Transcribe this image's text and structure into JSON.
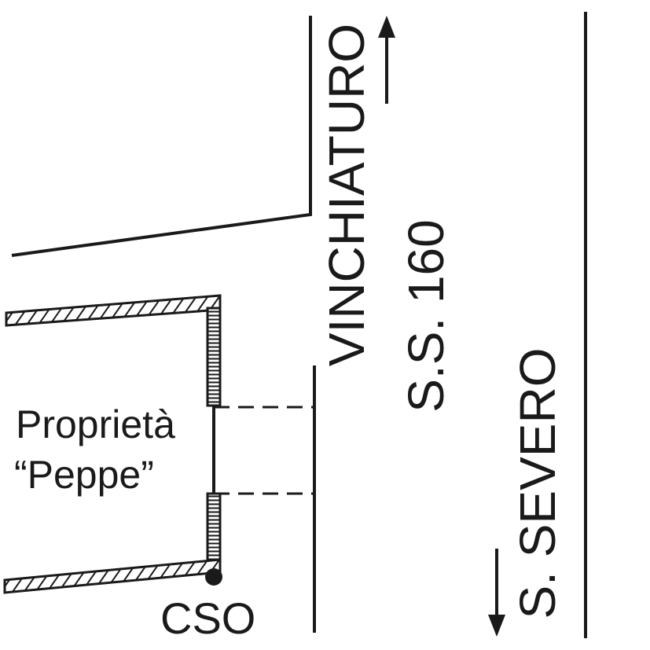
{
  "labels": {
    "north_destination": "VINCHIATURO",
    "road_name": "S.S. 160",
    "south_destination": "S. SEVERO",
    "property_line1": "Proprietà",
    "property_line2": "“Peppe”",
    "point_marker": "CSO"
  },
  "icons": {
    "north_arrow": "arrow-up-icon",
    "south_arrow": "arrow-down-icon",
    "point": "filled-dot-icon"
  },
  "colors": {
    "ink": "#1a1a1a",
    "background": "#ffffff"
  }
}
